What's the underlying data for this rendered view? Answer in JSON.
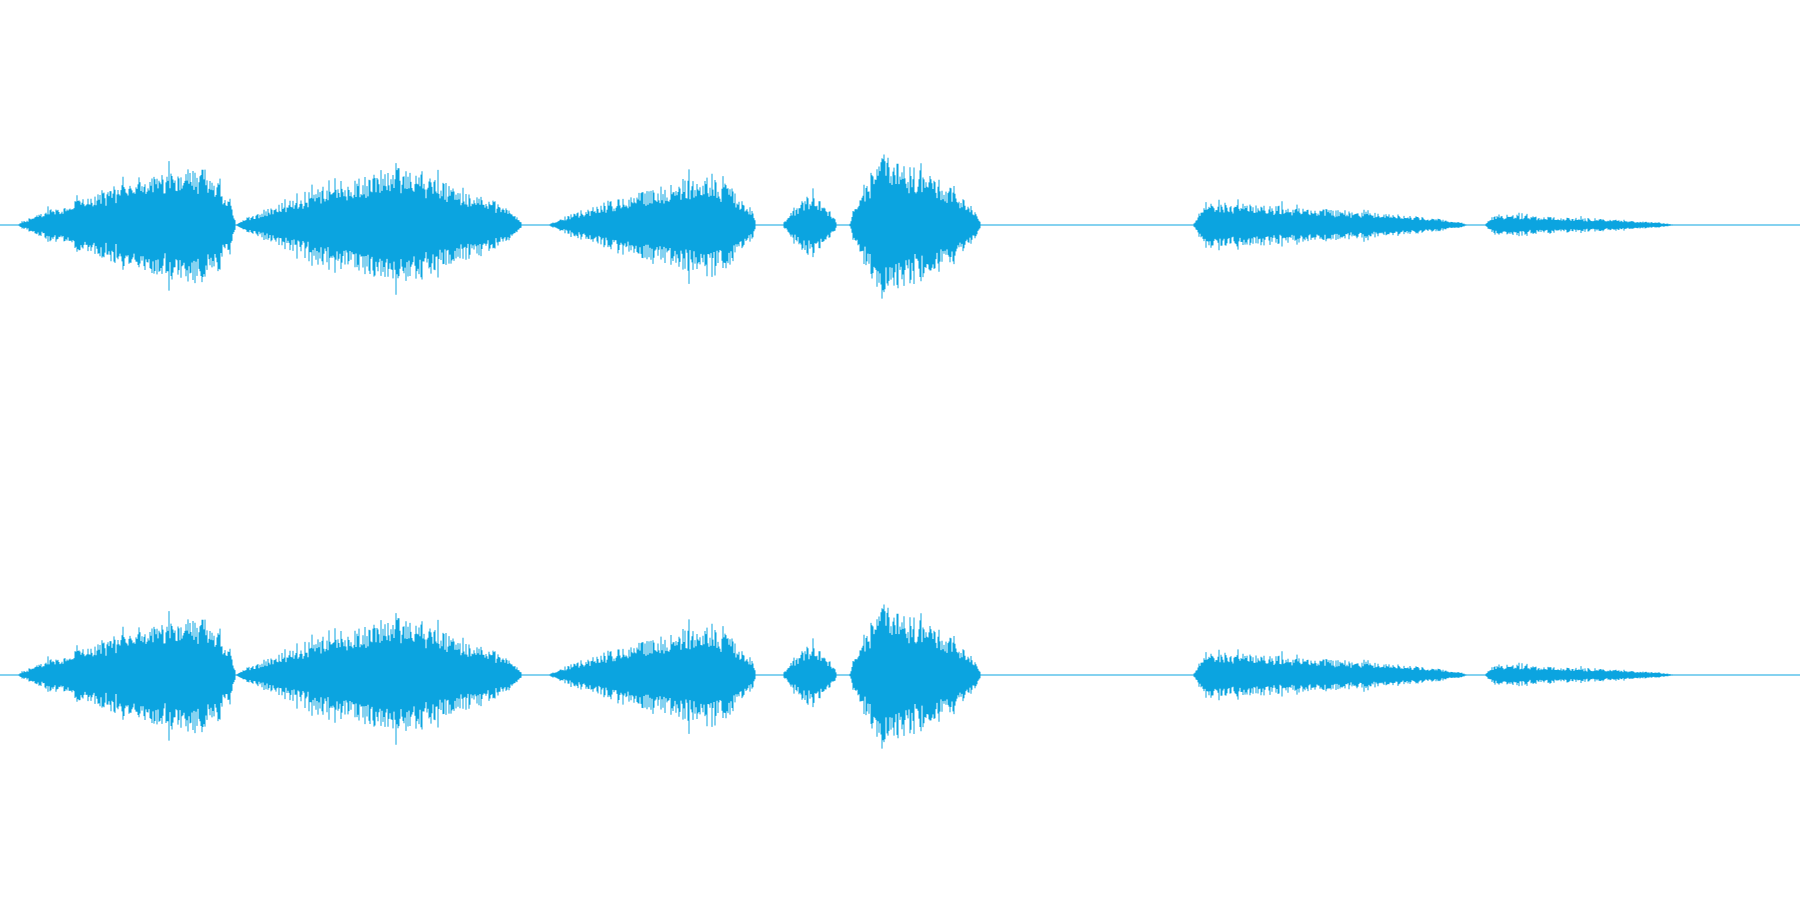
{
  "waveform": {
    "color": "#0ba4e0",
    "channel_count": 2,
    "duration_fraction_note": "",
    "segments": [
      {
        "start": 0.01,
        "peak_at": 0.113,
        "end": 0.131,
        "level": 0.3
      },
      {
        "start": 0.131,
        "peak_at": 0.22,
        "end": 0.29,
        "level": 0.28
      },
      {
        "start": 0.305,
        "peak_at": 0.395,
        "end": 0.42,
        "level": 0.25
      },
      {
        "start": 0.435,
        "peak_at": 0.45,
        "end": 0.465,
        "level": 0.15
      },
      {
        "start": 0.472,
        "peak_at": 0.49,
        "end": 0.545,
        "level": 0.35
      },
      {
        "start": 0.663,
        "peak_at": 0.67,
        "end": 0.815,
        "level": 0.11
      },
      {
        "start": 0.825,
        "peak_at": 0.83,
        "end": 0.93,
        "level": 0.05
      }
    ]
  }
}
